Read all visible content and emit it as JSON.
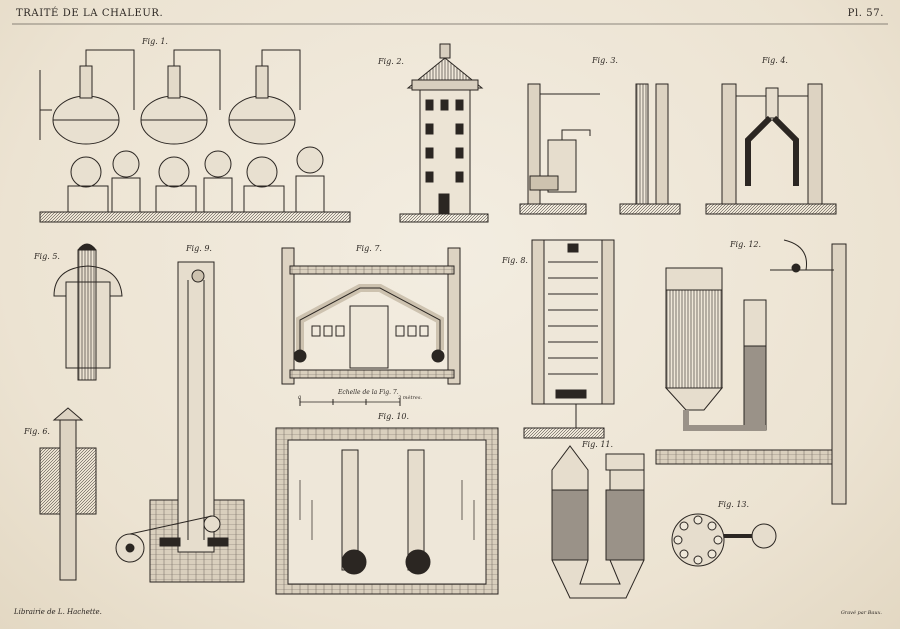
{
  "header": {
    "title": "TRAITÉ DE LA CHALEUR.",
    "plate_number": "Pl. 57."
  },
  "footer": {
    "publisher": "Librairie de L. Hachette.",
    "engraver": "Gravé par Baux."
  },
  "figures": {
    "fig1": "Fig. 1.",
    "fig2": "Fig. 2.",
    "fig3": "Fig. 3.",
    "fig4": "Fig. 4.",
    "fig5": "Fig. 5.",
    "fig6": "Fig. 6.",
    "fig7": "Fig. 7.",
    "fig8": "Fig. 8.",
    "fig9": "Fig. 9.",
    "fig10": "Fig. 10.",
    "fig11": "Fig. 11.",
    "fig12": "Fig. 12.",
    "fig13": "Fig. 13."
  },
  "scale": {
    "caption": "Echelle de la Fig. 7.",
    "start": "0",
    "end": "3 mètres."
  },
  "colors": {
    "ink": "#2b2622",
    "paper": "#efe8da",
    "liquid": "#9a9288"
  }
}
